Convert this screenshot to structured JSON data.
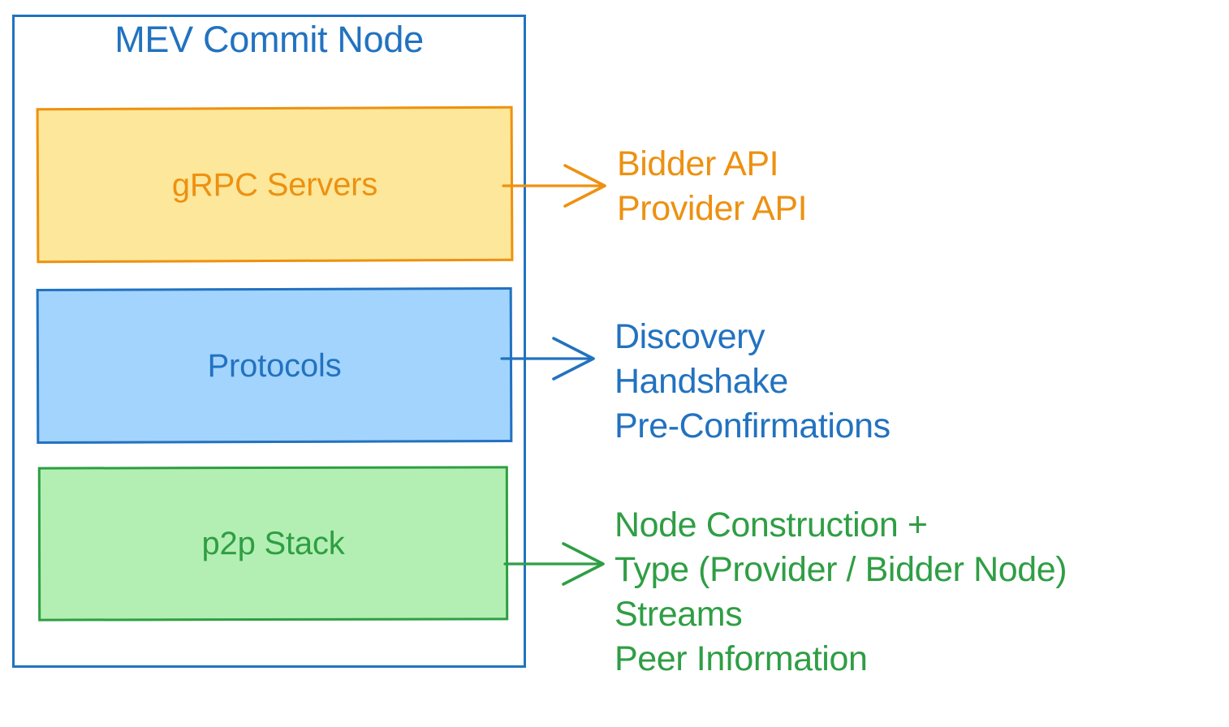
{
  "diagram": {
    "title": "MEV Commit Node",
    "colors": {
      "blue_stroke": "#2272C0",
      "blue_fill": "#A3D4FD",
      "orange_stroke": "#EE9110",
      "orange_text": "#ED9111",
      "yellow_fill": "#FCE79A",
      "green_stroke": "#2F9E44",
      "green_fill": "#B3EFB3",
      "background": "#FFFFFF"
    },
    "layers": [
      {
        "id": "grpc",
        "label": "gRPC Servers",
        "fill": "#FCE79A",
        "stroke": "#EE9110",
        "text_color": "#ED9111"
      },
      {
        "id": "protocols",
        "label": "Protocols",
        "fill": "#A3D4FD",
        "stroke": "#2272C0",
        "text_color": "#2272C0"
      },
      {
        "id": "p2p",
        "label": "p2p Stack",
        "fill": "#B3EFB3",
        "stroke": "#2F9E44",
        "text_color": "#2F9E44"
      }
    ],
    "callouts": [
      {
        "id": "grpc-callout",
        "source_layer": "grpc",
        "arrow_icon": "arrow-right-icon",
        "color": "#ED9111",
        "lines": [
          "Bidder API",
          "Provider API"
        ]
      },
      {
        "id": "protocols-callout",
        "source_layer": "protocols",
        "arrow_icon": "arrow-right-icon",
        "color": "#2272C0",
        "lines": [
          "Discovery",
          "Handshake",
          "Pre-Confirmations"
        ]
      },
      {
        "id": "p2p-callout",
        "source_layer": "p2p",
        "arrow_icon": "arrow-right-icon",
        "color": "#2F9E44",
        "lines": [
          "Node Construction +",
          "Type (Provider / Bidder Node)",
          "Streams",
          "Peer Information"
        ]
      }
    ]
  }
}
